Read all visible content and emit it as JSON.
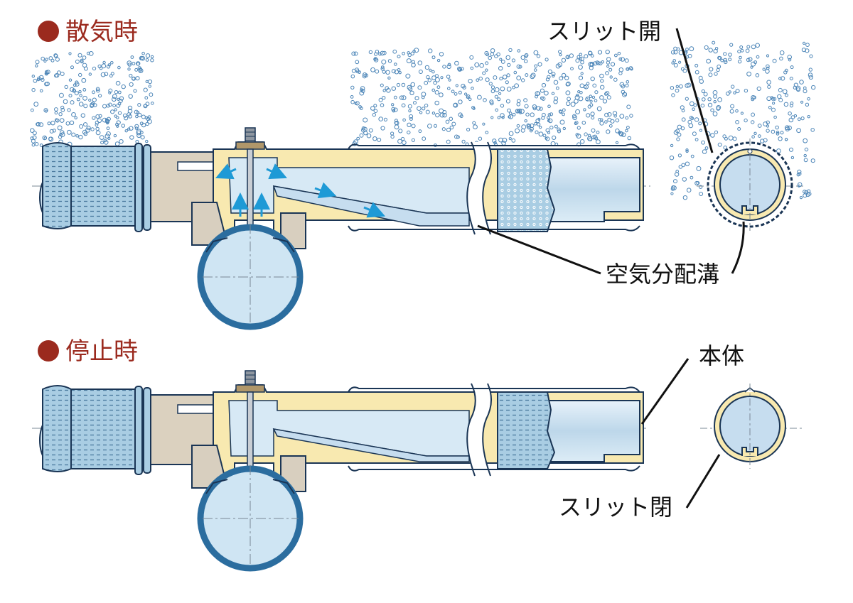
{
  "headings": {
    "aeration": "散気時",
    "stopped": "停止時"
  },
  "labels": {
    "slit_open": "スリット開",
    "air_channel": "空気分配溝",
    "body": "本体",
    "slit_closed": "スリット閉"
  },
  "colors": {
    "heading": "#9b2a1e",
    "outline": "#1a3555",
    "membrane_fill": "#a9cde3",
    "pipe_light": "#dcecf6",
    "pipe_mid": "#b8d4e8",
    "body_cream": "#f8e9b0",
    "metal": "#d8cfbf",
    "pipe_ring": "#2b6d9f",
    "bubble": "#4d86b8",
    "arrow": "#1e9ad6"
  },
  "icons": {
    "heading_bullet": "filled-circle",
    "flow_arrow": "arrow"
  }
}
